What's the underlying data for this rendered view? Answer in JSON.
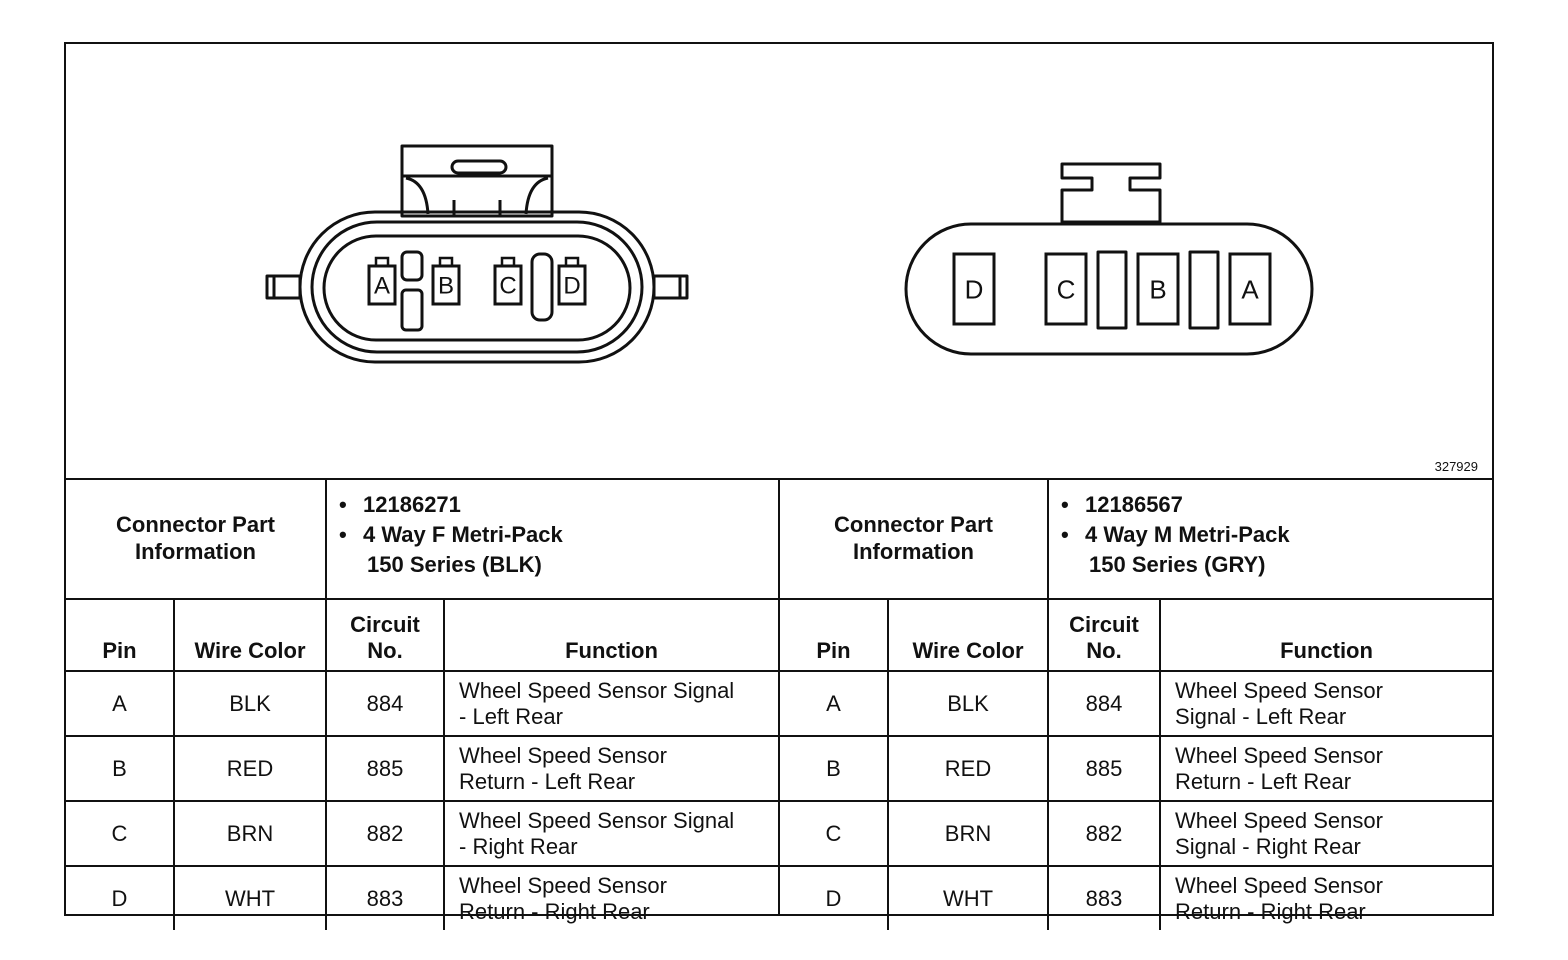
{
  "figure_number": "327929",
  "connectors": [
    {
      "pins_on_drawing": [
        "A",
        "B",
        "C",
        "D"
      ],
      "info_label_line1": "Connector Part",
      "info_label_line2": "Information",
      "part_number": "12186271",
      "description_line1": "4 Way F Metri-Pack",
      "description_line2": "150 Series (BLK)",
      "headers": {
        "pin": "Pin",
        "wire_color": "Wire Color",
        "circuit_line1": "Circuit",
        "circuit_line2": "No.",
        "function": "Function"
      },
      "rows": [
        {
          "pin": "A",
          "wire_color": "BLK",
          "circuit": "884",
          "function_line1": "Wheel Speed Sensor Signal",
          "function_line2": "- Left Rear"
        },
        {
          "pin": "B",
          "wire_color": "RED",
          "circuit": "885",
          "function_line1": "Wheel Speed Sensor",
          "function_line2": "Return - Left Rear"
        },
        {
          "pin": "C",
          "wire_color": "BRN",
          "circuit": "882",
          "function_line1": "Wheel Speed Sensor Signal",
          "function_line2": "- Right Rear"
        },
        {
          "pin": "D",
          "wire_color": "WHT",
          "circuit": "883",
          "function_line1": "Wheel Speed Sensor",
          "function_line2": "Return - Right Rear"
        }
      ]
    },
    {
      "pins_on_drawing": [
        "D",
        "C",
        "B",
        "A"
      ],
      "info_label_line1": "Connector Part",
      "info_label_line2": "Information",
      "part_number": "12186567",
      "description_line1": "4 Way M Metri-Pack",
      "description_line2": "150 Series (GRY)",
      "headers": {
        "pin": "Pin",
        "wire_color": "Wire Color",
        "circuit_line1": "Circuit",
        "circuit_line2": "No.",
        "function": "Function"
      },
      "rows": [
        {
          "pin": "A",
          "wire_color": "BLK",
          "circuit": "884",
          "function_line1": "Wheel Speed Sensor",
          "function_line2": "Signal - Left Rear"
        },
        {
          "pin": "B",
          "wire_color": "RED",
          "circuit": "885",
          "function_line1": "Wheel Speed Sensor",
          "function_line2": "Return - Left Rear"
        },
        {
          "pin": "C",
          "wire_color": "BRN",
          "circuit": "882",
          "function_line1": "Wheel Speed Sensor",
          "function_line2": "Signal - Right Rear"
        },
        {
          "pin": "D",
          "wire_color": "WHT",
          "circuit": "883",
          "function_line1": "Wheel Speed Sensor",
          "function_line2": "Return - Right Rear"
        }
      ]
    }
  ]
}
